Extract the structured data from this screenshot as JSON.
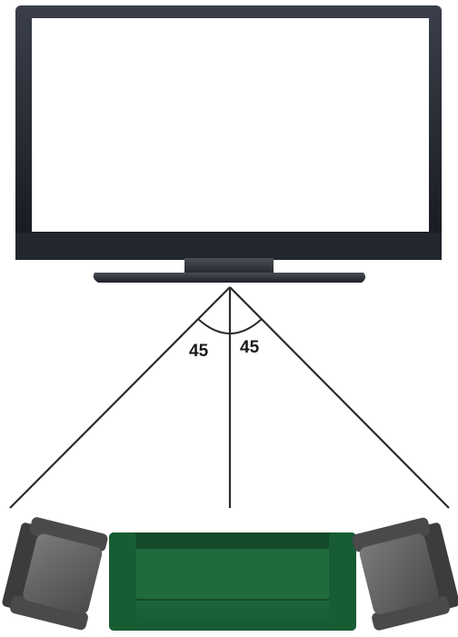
{
  "diagram": {
    "angles": [
      {
        "id": "left",
        "value": 45,
        "label": "45"
      },
      {
        "id": "right",
        "value": 45,
        "label": "45"
      }
    ],
    "colors": {
      "tv_frame": "#1f232b",
      "tv_screen": "#ffffff",
      "tv_stand": "#2a2d33",
      "sight_line": "#2b2b2b",
      "armchair": "#5e5e5e",
      "armchair_dark": "#3c3c3c",
      "sofa": "#1f6b3e",
      "sofa_dark": "#134a29"
    },
    "objects": [
      "tv-icon",
      "armchair-icon",
      "sofa-icon",
      "armchair-icon"
    ]
  }
}
